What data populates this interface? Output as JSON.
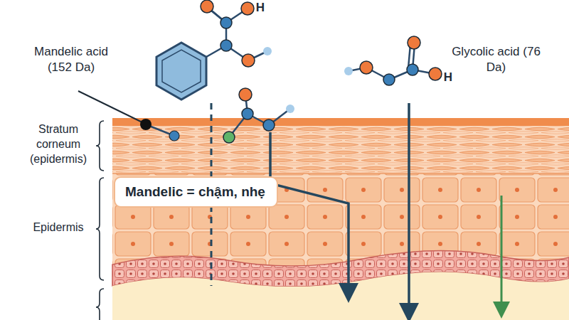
{
  "diagram": {
    "nodes": [
      {
        "text": [
          "Mandelic = chậm, nhẹ"
        ]
      }
    ],
    "labels": [
      "Mandelic acid (152 Da)",
      "H",
      "Glycolic acid (76 Da)",
      "H",
      "Stratum corneum (epidermis)",
      "Epidermis"
    ]
  }
}
